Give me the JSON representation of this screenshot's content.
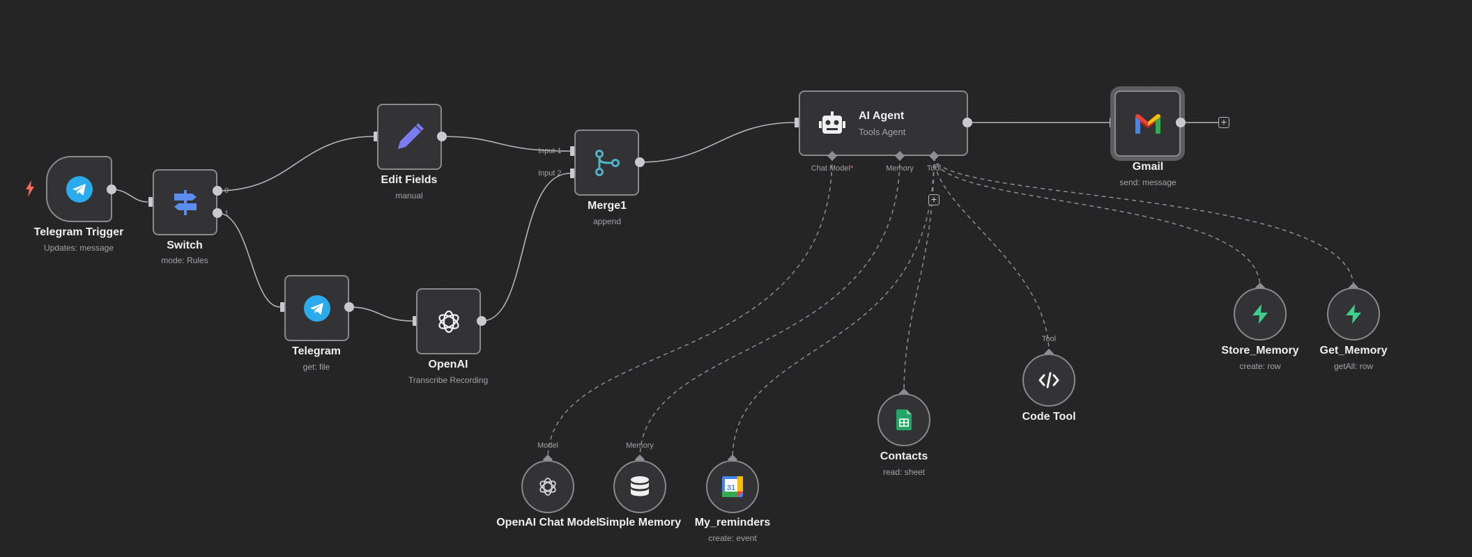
{
  "nodes": {
    "telegram_trigger": {
      "title": "Telegram Trigger",
      "subtitle": "Updates: message",
      "icon": "telegram-icon"
    },
    "switch": {
      "title": "Switch",
      "subtitle": "mode: Rules",
      "icon": "switch-icon",
      "outputs": [
        "0",
        "1"
      ]
    },
    "edit_fields": {
      "title": "Edit Fields",
      "subtitle": "manual",
      "icon": "pencil-icon"
    },
    "telegram": {
      "title": "Telegram",
      "subtitle": "get: file",
      "icon": "telegram-icon"
    },
    "openai": {
      "title": "OpenAI",
      "subtitle": "Transcribe Recording",
      "icon": "openai-icon"
    },
    "merge": {
      "title": "Merge1",
      "subtitle": "append",
      "icon": "merge-icon",
      "inputs": [
        "Input 1",
        "Input 2"
      ]
    },
    "ai_agent": {
      "title": "AI Agent",
      "subtitle": "Tools Agent",
      "icon": "robot-icon",
      "ports": {
        "chat_model": "Chat Model",
        "required_mark": "*",
        "memory": "Memory",
        "tool": "Tool"
      }
    },
    "gmail": {
      "title": "Gmail",
      "subtitle": "send: message",
      "icon": "gmail-icon"
    },
    "openai_chat_model": {
      "title": "OpenAI Chat Model",
      "port": "Model",
      "icon": "openai-icon"
    },
    "simple_memory": {
      "title": "Simple Memory",
      "port": "Memory",
      "icon": "database-icon"
    },
    "my_reminders": {
      "title": "My_reminders",
      "subtitle": "create: event",
      "icon": "google-calendar-icon"
    },
    "contacts": {
      "title": "Contacts",
      "subtitle": "read: sheet",
      "icon": "google-sheets-icon"
    },
    "code_tool": {
      "title": "Code Tool",
      "port": "Tool",
      "icon": "code-icon"
    },
    "store_memory": {
      "title": "Store_Memory",
      "subtitle": "create: row",
      "icon": "supabase-icon"
    },
    "get_memory": {
      "title": "Get_Memory",
      "subtitle": "getAll: row",
      "icon": "supabase-icon"
    }
  },
  "colors": {
    "canvas": "#252525",
    "node_bg": "#333335",
    "node_border": "#8a8a8e",
    "edge": "#b5b5ba",
    "telegram": "#2aabee",
    "switch": "#5a8dee",
    "pencil": "#7c7cf0",
    "merge": "#4fb3c9",
    "trigger_bolt": "#ff6d5a",
    "supabase": "#3ecf8e",
    "sheets": "#23a566"
  }
}
